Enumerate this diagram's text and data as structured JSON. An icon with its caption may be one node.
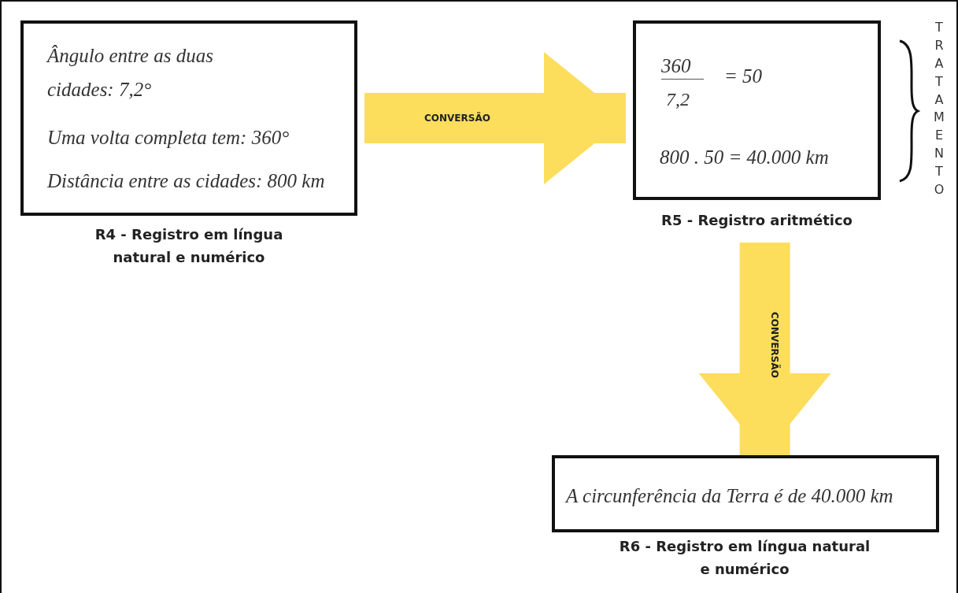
{
  "diagram": {
    "nodes": [
      {
        "text": [
          "Ângulo entre as duas cidades: 7,2°",
          "Uma volta completa tem: 360°",
          "Distância entre as cidades: 800 km"
        ],
        "beside": [
          "R4 - Registro em língua natural e numérico"
        ]
      },
      {
        "text": [
          "360",
          "7,2",
          "= 50",
          "800 . 50 = 40.000 km"
        ],
        "beside": [
          "R5 - Registro aritmético"
        ]
      },
      {
        "text": [
          "A circunferência da Terra é de 40.000 km"
        ],
        "beside": [
          "R6 - Registro em língua natural e numérico"
        ]
      }
    ],
    "edges": [
      {
        "from": 0,
        "to": 1,
        "arrow": "to",
        "label": "CONVERSÃO"
      },
      {
        "from": 1,
        "to": 2,
        "arrow": "to",
        "label": "CONVERSÃO"
      }
    ],
    "labels": [
      "TRATAMENTO"
    ]
  }
}
